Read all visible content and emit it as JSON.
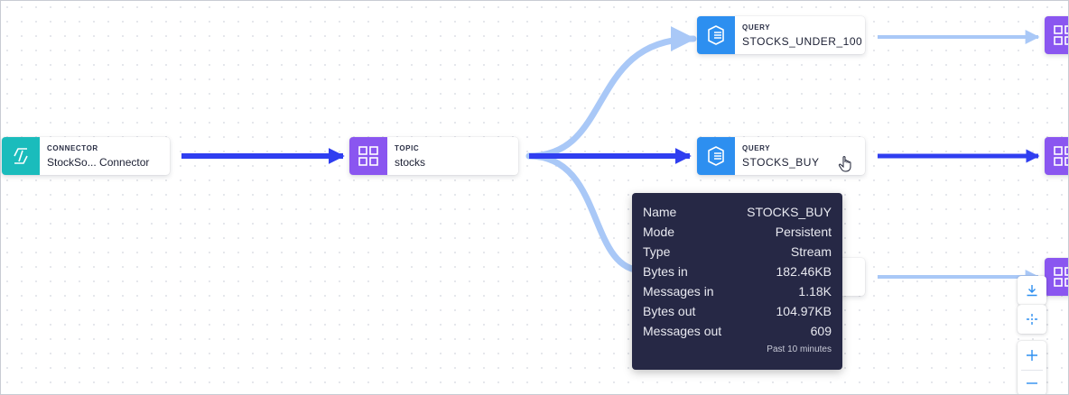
{
  "nodes": {
    "connector": {
      "kind": "CONNECTOR",
      "name": "StockSo... Connector",
      "icon": "connector-icon"
    },
    "topic": {
      "kind": "TOPIC",
      "name": "stocks",
      "icon": "topic-icon"
    },
    "query_under_100": {
      "kind": "QUERY",
      "name": "STOCKS_UNDER_100",
      "icon": "query-icon"
    },
    "query_buy": {
      "kind": "QUERY",
      "name": "STOCKS_BUY",
      "icon": "query-icon"
    }
  },
  "tooltip": {
    "rows": [
      {
        "label": "Name",
        "value": "STOCKS_BUY"
      },
      {
        "label": "Mode",
        "value": "Persistent"
      },
      {
        "label": "Type",
        "value": "Stream"
      },
      {
        "label": "Bytes in",
        "value": "182.46KB"
      },
      {
        "label": "Messages in",
        "value": "1.18K"
      },
      {
        "label": "Bytes out",
        "value": "104.97KB"
      },
      {
        "label": "Messages out",
        "value": "609"
      }
    ],
    "footer": "Past 10 minutes"
  },
  "controls": [
    "download-icon",
    "fit-view-icon",
    "zoom-in-icon",
    "zoom-out-icon"
  ],
  "colors": {
    "edge_active": "#2f3ef0",
    "edge_inactive": "#a9c8f7",
    "connector": "#1abcbc",
    "query": "#2d8ff0",
    "topic": "#8a56f0",
    "tooltip_bg": "#262845"
  }
}
